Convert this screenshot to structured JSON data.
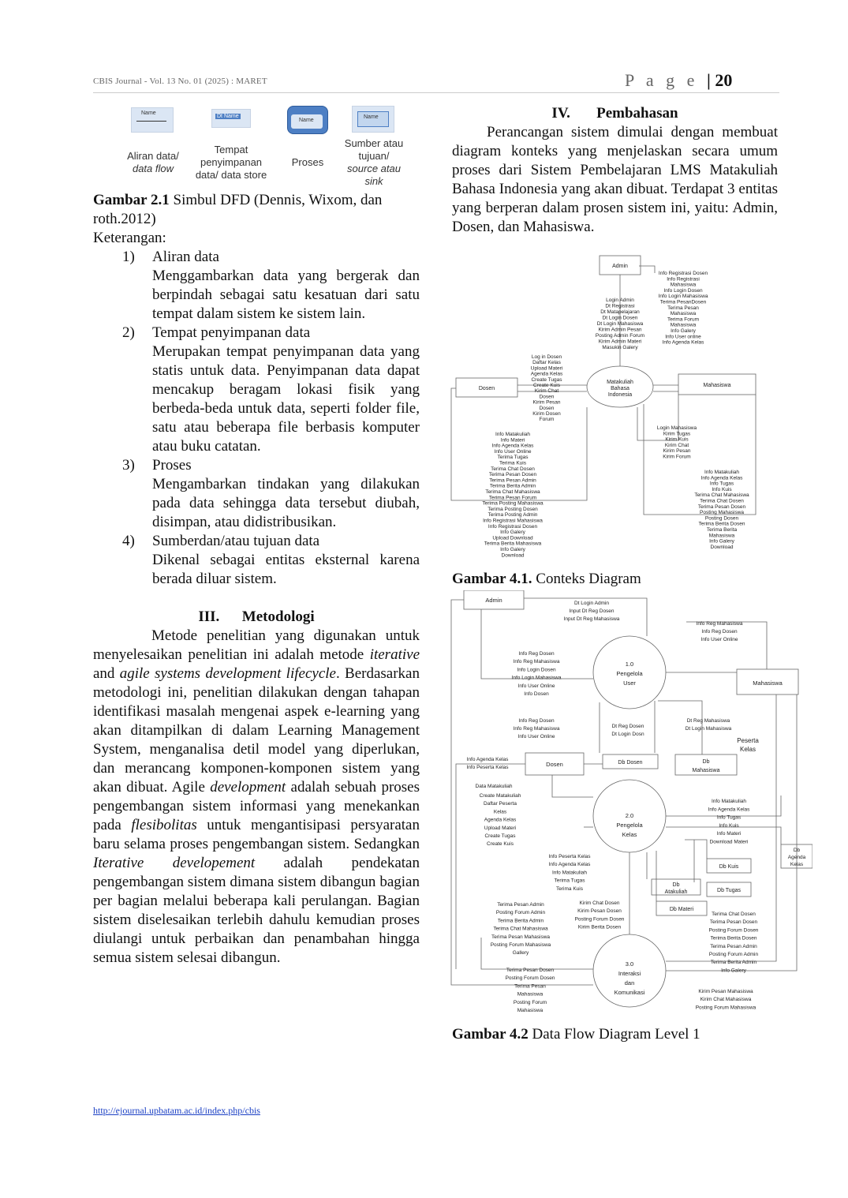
{
  "header": {
    "journal": "CBIS Journal - Vol. 13 No. 01 (2025) : MARET",
    "page_label": "P a g e",
    "page_number": "20"
  },
  "left": {
    "fig21": {
      "symbols": [
        {
          "chip": "Name",
          "label": "Aliran data/",
          "label_it": "data flow"
        },
        {
          "chip": "Dt  Name",
          "label": "Tempat penyimpanan",
          "label_it": "data/ data store"
        },
        {
          "chip": "Name",
          "label": "Proses",
          "label_it": ""
        },
        {
          "chip": "Name",
          "label": "Sumber atau tujuan/",
          "label_it": "source atau sink"
        }
      ],
      "caption_bold": "Gambar 2.1",
      "caption_text": " Simbul DFD (Dennis, Wixom, dan roth.2012)"
    },
    "keterangan": "Keterangan:",
    "items": [
      {
        "num": "1)",
        "title": "Aliran data",
        "desc": "Menggambarkan data yang bergerak dan berpindah sebagai satu kesatuan dari satu tempat dalam sistem ke sistem lain."
      },
      {
        "num": "2)",
        "title": "Tempat penyimpanan data",
        "desc": "Merupakan tempat penyimpanan data yang statis untuk data. Penyimpanan data dapat mencakup beragam lokasi fisik yang berbeda-beda untuk data, seperti folder file, satu atau beberapa file berbasis komputer atau buku catatan."
      },
      {
        "num": "3)",
        "title": "Proses",
        "desc": "Mengambarkan tindakan yang dilakukan pada data sehingga data tersebut diubah, disimpan, atau didistribusikan."
      },
      {
        "num": "4)",
        "title": "Sumberdan/atau tujuan data",
        "desc": "Dikenal sebagai entitas eksternal karena berada diluar sistem."
      }
    ],
    "section3_title": "III.      Metodologi",
    "section3_p1_a": "Metode penelitian yang digunakan untuk menyelesaikan penelitian ini adalah metode ",
    "section3_p1_it1": "iterative",
    "section3_p1_b": " and ",
    "section3_p1_it2": "agile systems development lifecycle",
    "section3_p1_c": ". Berdasarkan metodologi ini, penelitian dilakukan dengan tahapan identifikasi masalah mengenai aspek e-learning yang akan ditampilkan di dalam Learning Management System, menganalisa detil model yang diperlukan, dan merancang komponen-komponen sistem yang akan dibuat. Agile ",
    "section3_p1_it3": "development",
    "section3_p1_d": " adalah sebuah proses pengembangan sistem informasi yang menekankan pada ",
    "section3_p1_it4": "flesibolitas",
    "section3_p1_e": " untuk mengantisipasi persyaratan baru selama proses pengembangan sistem. Sedangkan ",
    "section3_p1_it5": "Iterative developement",
    "section3_p1_f": " adalah pendekatan pengembangan sistem dimana sistem dibangun bagian per bagian melalui beberapa kali perulangan. Bagian sistem diselesaikan terlebih dahulu kemudian proses diulangi untuk perbaikan dan penambahan hingga semua sistem selesai dibangun."
  },
  "right": {
    "section4_title": "IV.       Pembahasan",
    "section4_p1": "Perancangan sistem dimulai dengan membuat diagram konteks yang menjelaskan secara umum proses dari Sistem Pembelajaran LMS Matakuliah Bahasa Indonesia yang akan dibuat. Terdapat 3 entitas yang berperan dalam prosen sistem ini, yaitu: Admin, Dosen, dan Mahasiswa.",
    "fig41": {
      "admin": "Admin",
      "dosen": "Dosen",
      "mahasiswa": "Mahasiswa",
      "process": [
        "Matakuliah",
        "Bahasa",
        "Indonesia"
      ],
      "admin_in": [
        "Login Admin",
        "Dt Registrasi",
        "Dt Matapelajaran",
        "Dt Login Dosen",
        "Dt Login Mahasiswa",
        "Kirim Admin Pesan",
        "Posting Admin Forum",
        "Kirim Admin Materi",
        "Masukin Galery"
      ],
      "admin_out": [
        "Info Registrasi Dosen",
        "Info Registrasi",
        "Mahasiswa",
        "Info Login Dosen",
        "Info Login Mahasiswa",
        "Terima PesanDosen",
        "Terima Pesan",
        "Mahasiswa",
        "Terima Forum",
        "Mahasiswa",
        "Info Galery",
        "Info User online",
        "Info Agenda Kelas"
      ],
      "dosen_in": [
        "Log in Dosen",
        "Daftar Kelas",
        "Upload Materi",
        "Agenda Kelas",
        "Create Tugas",
        "Create Kuis",
        "Kirim Chat",
        "Dosen",
        "Kirim Pesan",
        "Dosen",
        "Kirim Dosen",
        "Forum"
      ],
      "dosen_out": [
        "Info Matakuliah",
        "Info Materi",
        "Info Agenda Kelas",
        "Info User Online",
        "Terima Tugas",
        "Terima Kuis",
        "Terima Chat Dosen",
        "Terima Pesan Dosen",
        "Terima Pesan Admin",
        "Terima Berita Admin",
        "Terima Chat Mahasiswa",
        "Terima Pesan Forum",
        "Terima Posting Mahasiswa",
        "Terima Posting Dosen",
        "Terima Posting Admin",
        "Info Registrasi Mahasiswa",
        "Info Registrasi Dosen",
        "Info Galery",
        "Upload Download",
        "Terima Berita Mahasiswa",
        "Info Galery",
        "Download"
      ],
      "mhs_in": [
        "Login Mahasiswa",
        "Kirim Tugas",
        "Kirim Kuis",
        "Kirim Chat",
        "Kirim Pesan",
        "Kirim Forum"
      ],
      "mhs_out": [
        "Info Matakuliah",
        "Info Agenda Kelas",
        "Info Tugas",
        "Info Kuis",
        "Terima Chat Mahasiswa",
        "Terima Chat Dosen",
        "Terima Pesan Dosen",
        "Posting Mahasiswa",
        "Posting Dosen",
        "Terima Berita Dosen",
        "Terima Berita",
        "Mahasiswa",
        "Info Galery",
        "Download"
      ],
      "caption_bold": "Gambar 4.1.",
      "caption_text": " Conteks Diagram"
    },
    "fig42": {
      "admin": "Admin",
      "dosen": "Dosen",
      "mahasiswa": "Mahasiswa",
      "p1": [
        "1.0",
        "Pengelola",
        "User"
      ],
      "p2": [
        "2.0",
        "Pengelola",
        "Kelas"
      ],
      "p3": [
        "3.0",
        "Interaksi",
        "dan",
        "Komunikasi"
      ],
      "stores": [
        "Db Dosen",
        "Db",
        "Mahasiswa",
        "Db Kuis",
        "Db Tugas",
        "Db",
        "Atakuliah",
        "Db Materi",
        "Db",
        "Agenda",
        "Kelas"
      ],
      "peserta": [
        "Peserta",
        "Kelas"
      ],
      "admin_flow": [
        "Dt Login Admin",
        "Input Dt Reg Dosen",
        "Input Dt Reg Mahasiswa"
      ],
      "reg_info_mhs": [
        "Info Reg Mahasiswa",
        "Info Reg Dosen",
        "Info User Online"
      ],
      "p1_left": [
        "Info Reg Dosen",
        "Info Reg Mahasiswa",
        "Info Login Dosen",
        "Info Login Mahasiswa",
        "Info User Online",
        "Info Dosen"
      ],
      "p1_down": [
        "Info Reg Dosen",
        "Info Reg Mahasiswa",
        "Info User Online"
      ],
      "dt_reg_dosen": [
        "Dt Reg Dosen",
        "Dt Login Dosn"
      ],
      "dt_reg_mhs": [
        "Dt Reg Mahasiswa",
        "Dt Login Mahasiswa"
      ],
      "dosen_info": [
        "Info Agenda Kelas",
        "Info Peserta Kelas"
      ],
      "data_matakuliah": "Data Matakuliah",
      "create_list": [
        "Create Matakuliah",
        "Daftar Peserta",
        "Kelas",
        "Agenda Kelas",
        "Upload Materi",
        "Create Tugas",
        "Create Kuis"
      ],
      "p2_right": [
        "Info Matakuliah",
        "Info Agenda Kelas",
        "Info Tugas",
        "Info Kuis",
        "Info Materi",
        "Download Materi"
      ],
      "p2_bottom": [
        "Info Peserta Kelas",
        "Info Agenda Kelas",
        "Info Matakuliah",
        "Terima Tugas",
        "Terima Kuis"
      ],
      "msg_left": [
        "Terima Pesan Admin",
        "Posting Forum Admin",
        "Terima Berita Admin",
        "Terima Chat Mahasiswa",
        "Terima Pesan Mahasiswa",
        "Posting Forum Mahasiswa",
        "Gallery"
      ],
      "msg_mid": [
        "Kirim Chat Dosen",
        "Kirim Pesan Dosen",
        "Posting Forum Dosen",
        "Kirim Berita Dosen"
      ],
      "msg_right": [
        "Terima Chat Dosen",
        "Terima Pesan Dosen",
        "Posting Forum Dosen",
        "Terima Berita Dosen",
        "Terima Pesan Admin",
        "Posting Forum Admin",
        "Terima Berita Admin",
        "Info Galery"
      ],
      "msg_bottom_left": [
        "Terima Pesan Dosen",
        "Posting Forum Dosen",
        "Terima Pesan",
        "Mahasiswa",
        "Posting Forum",
        "Mahasiswa"
      ],
      "msg_bottom_right": [
        "Kirim Pesan Mahasiswa",
        "Kirim Chat Mahasiswa",
        "Posting Forum Mahasiswa"
      ],
      "caption_bold": "Gambar 4.2",
      "caption_text": " Data Flow Diagram Level 1"
    }
  },
  "footer": {
    "url": "http://ejournal.upbatam.ac.id/index.php/cbis"
  }
}
